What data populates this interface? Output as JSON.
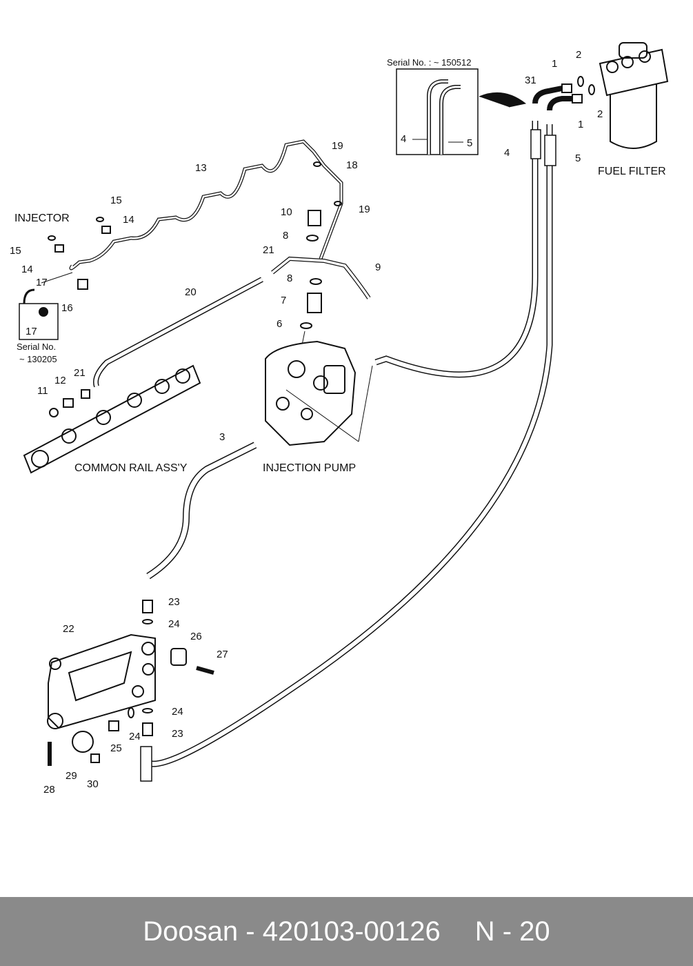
{
  "captions": {
    "injector": "INJECTOR",
    "fuel_filter": "FUEL FILTER",
    "common_rail": "COMMON RAIL ASS'Y",
    "injection_pump": "INJECTION PUMP"
  },
  "serial_notes": {
    "hose": "Serial No. :  ~ 150512",
    "injector_serial_label": "Serial No.",
    "injector_serial_value": "~ 130205"
  },
  "part_numbers": {
    "n1a": "1",
    "n1b": "1",
    "n2a": "2",
    "n2b": "2",
    "n3": "3",
    "n4": "4",
    "n4inset": "4",
    "n5": "5",
    "n5inset": "5",
    "n6": "6",
    "n7": "7",
    "n8a": "8",
    "n8b": "8",
    "n9": "9",
    "n10": "10",
    "n11": "11",
    "n12": "12",
    "n13": "13",
    "n14a": "14",
    "n14b": "14",
    "n15a": "15",
    "n15b": "15",
    "n16": "16",
    "n17a": "17",
    "n17inset": "17",
    "n18": "18",
    "n19a": "19",
    "n19b": "19",
    "n20": "20",
    "n21a": "21",
    "n21b": "21",
    "n22": "22",
    "n23a": "23",
    "n23b": "23",
    "n24a": "24",
    "n24b": "24",
    "n24c": "24",
    "n25": "25",
    "n26": "26",
    "n27": "27",
    "n28": "28",
    "n29": "29",
    "n30": "30",
    "n31": "31"
  },
  "footer": {
    "brand_part": "Doosan - 420103-00126",
    "page": "N - 20"
  }
}
